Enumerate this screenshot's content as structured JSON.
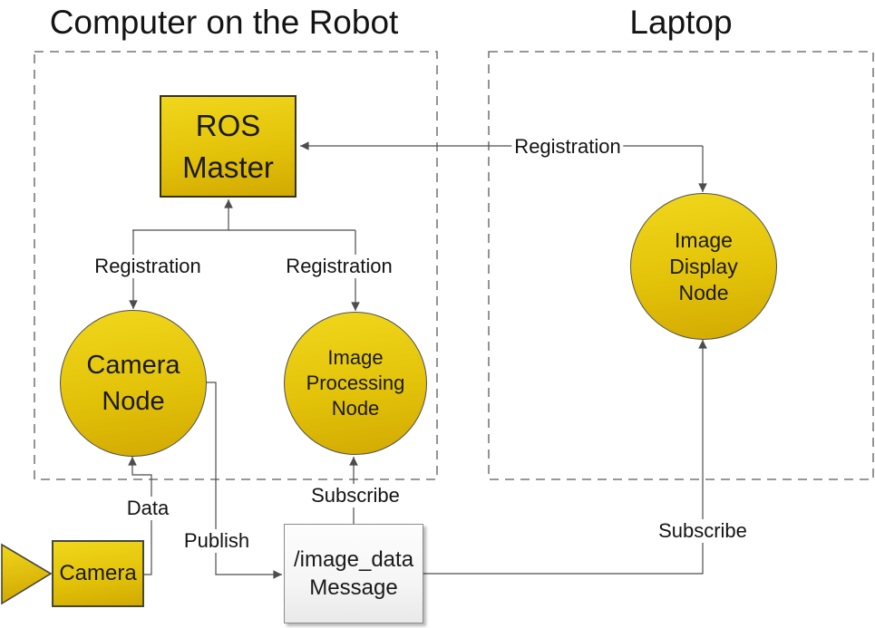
{
  "titles": {
    "left_group": "Computer on the Robot",
    "right_group": "Laptop"
  },
  "nodes": {
    "ros_master": {
      "line1": "ROS",
      "line2": "Master"
    },
    "camera_node": {
      "line1": "Camera",
      "line2": "Node"
    },
    "image_processing_node": {
      "line1": "Image",
      "line2": "Processing",
      "line3": "Node"
    },
    "image_display_node": {
      "line1": "Image",
      "line2": "Display",
      "line3": "Node"
    },
    "camera_device": {
      "label": "Camera"
    },
    "image_data_message": {
      "line1": "/image_data",
      "line2": "Message"
    }
  },
  "edge_labels": {
    "registration_display": "Registration",
    "registration_camera": "Registration",
    "registration_processing": "Registration",
    "data": "Data",
    "publish": "Publish",
    "subscribe_processing": "Subscribe",
    "subscribe_display": "Subscribe"
  },
  "colors": {
    "node_fill_top": "#f0d71c",
    "node_fill_bottom": "#d2a902",
    "node_border": "#4f4f4f",
    "master_border": "#33330e",
    "message_fill": "#f2f2f2",
    "message_border": "#8c8c8c",
    "connector": "#4d4d4d",
    "dashed_border": "#5a5a5a",
    "text": "#1a1a1a"
  }
}
